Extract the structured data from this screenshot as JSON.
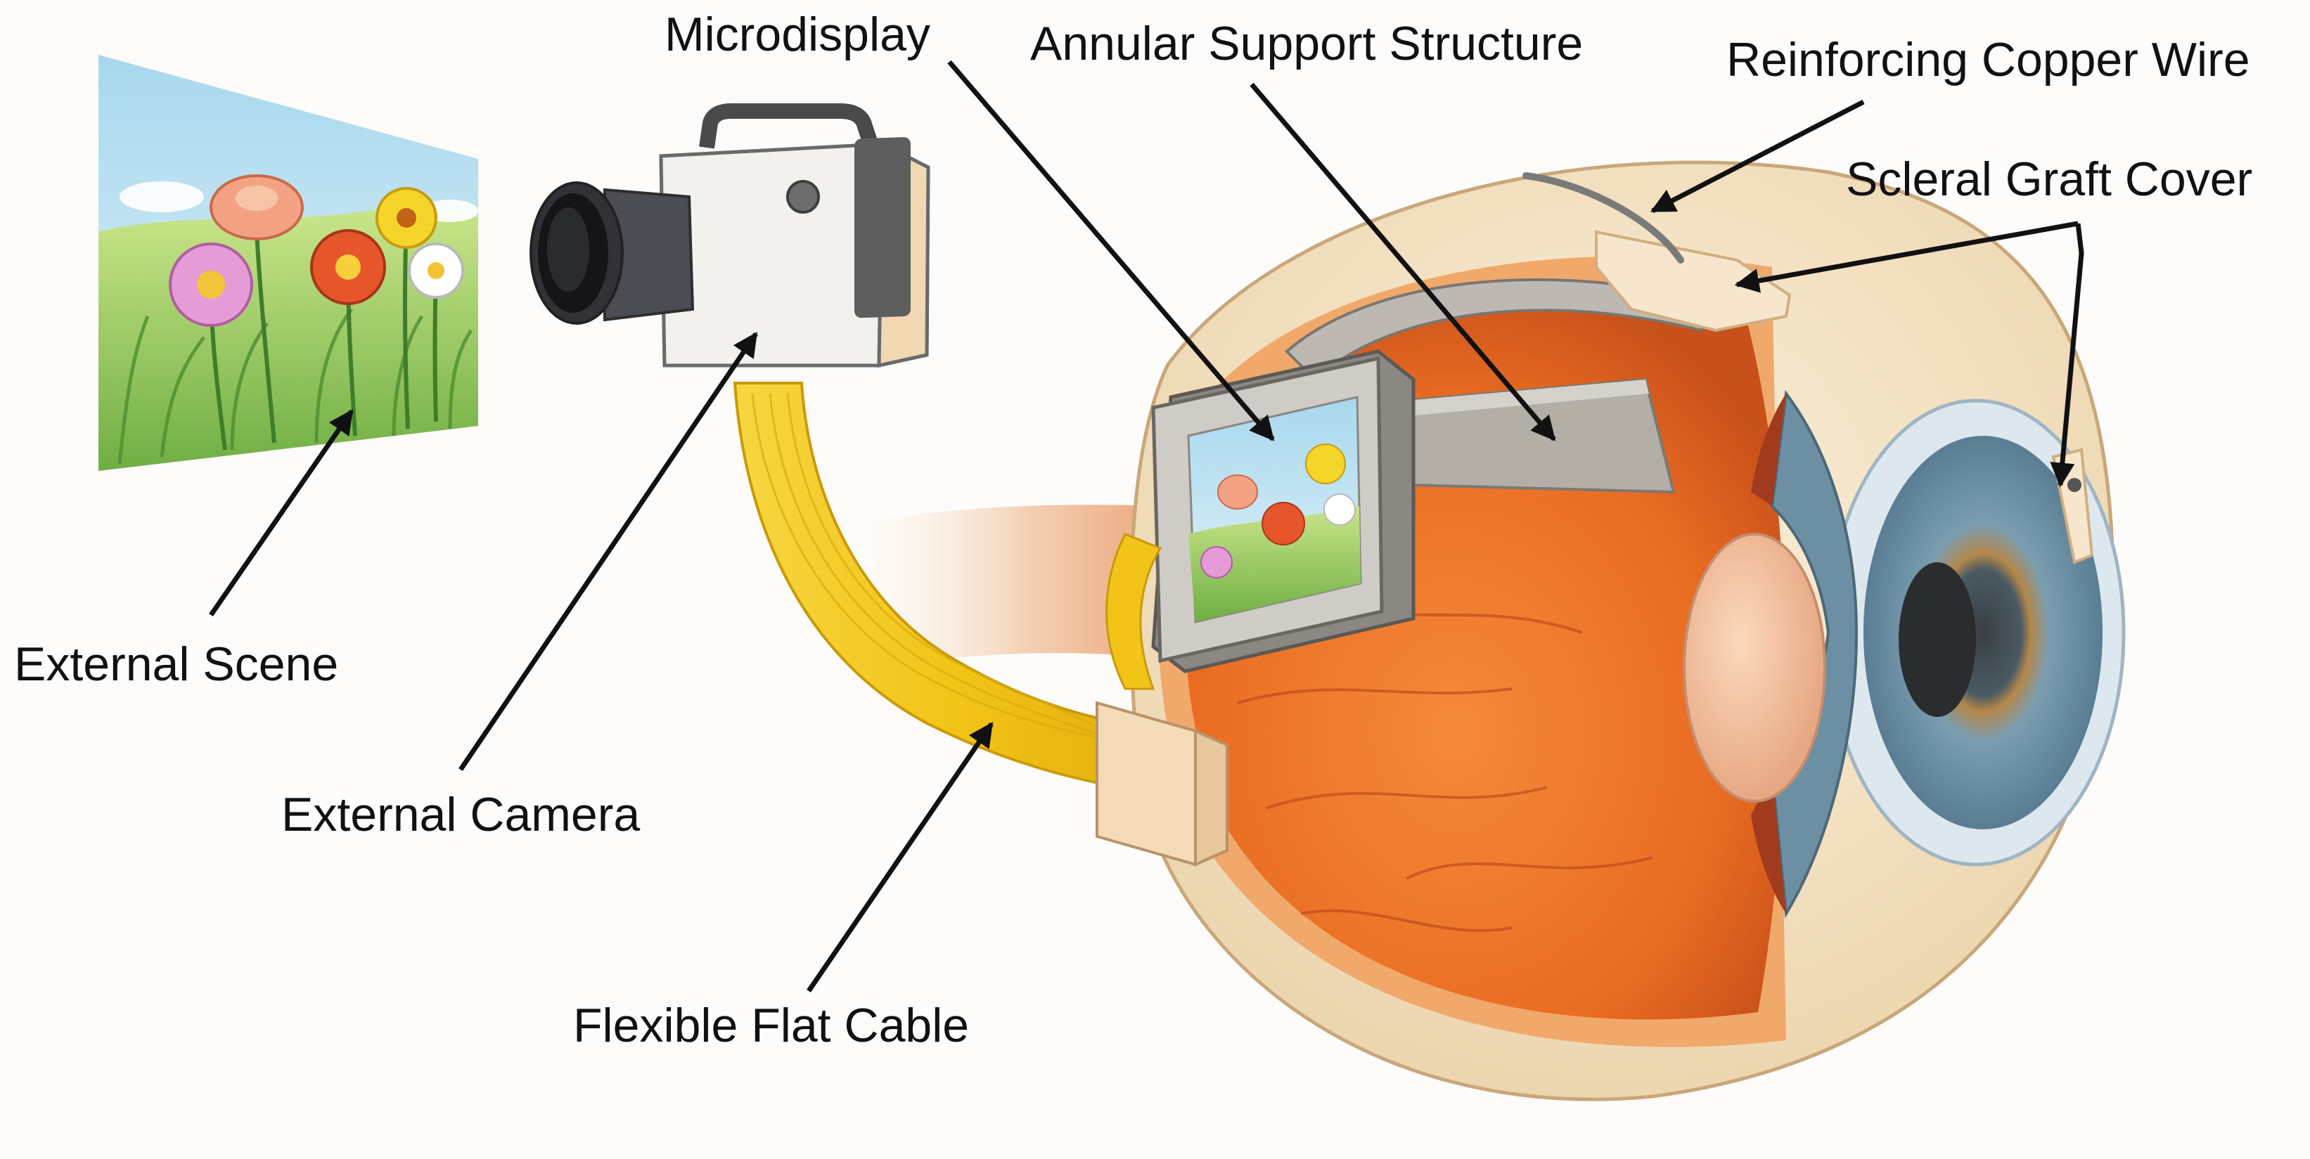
{
  "labels": {
    "external_scene": "External Scene",
    "external_camera": "External Camera",
    "microdisplay": "Microdisplay",
    "annular_support": "Annular Support Structure",
    "copper_wire": "Reinforcing Copper Wire",
    "scleral_graft": "Scleral Graft Cover",
    "flat_cable": "Flexible Flat Cable"
  },
  "colors": {
    "label_text": "#111111",
    "leader_line": "#111111",
    "sclera": "#f6e6c8",
    "retina": "#ef7a2c",
    "cable": "#f2c418",
    "iris": "#6b8ea3",
    "sky": "#bfe4f3",
    "grass": "#9ccb5a"
  }
}
